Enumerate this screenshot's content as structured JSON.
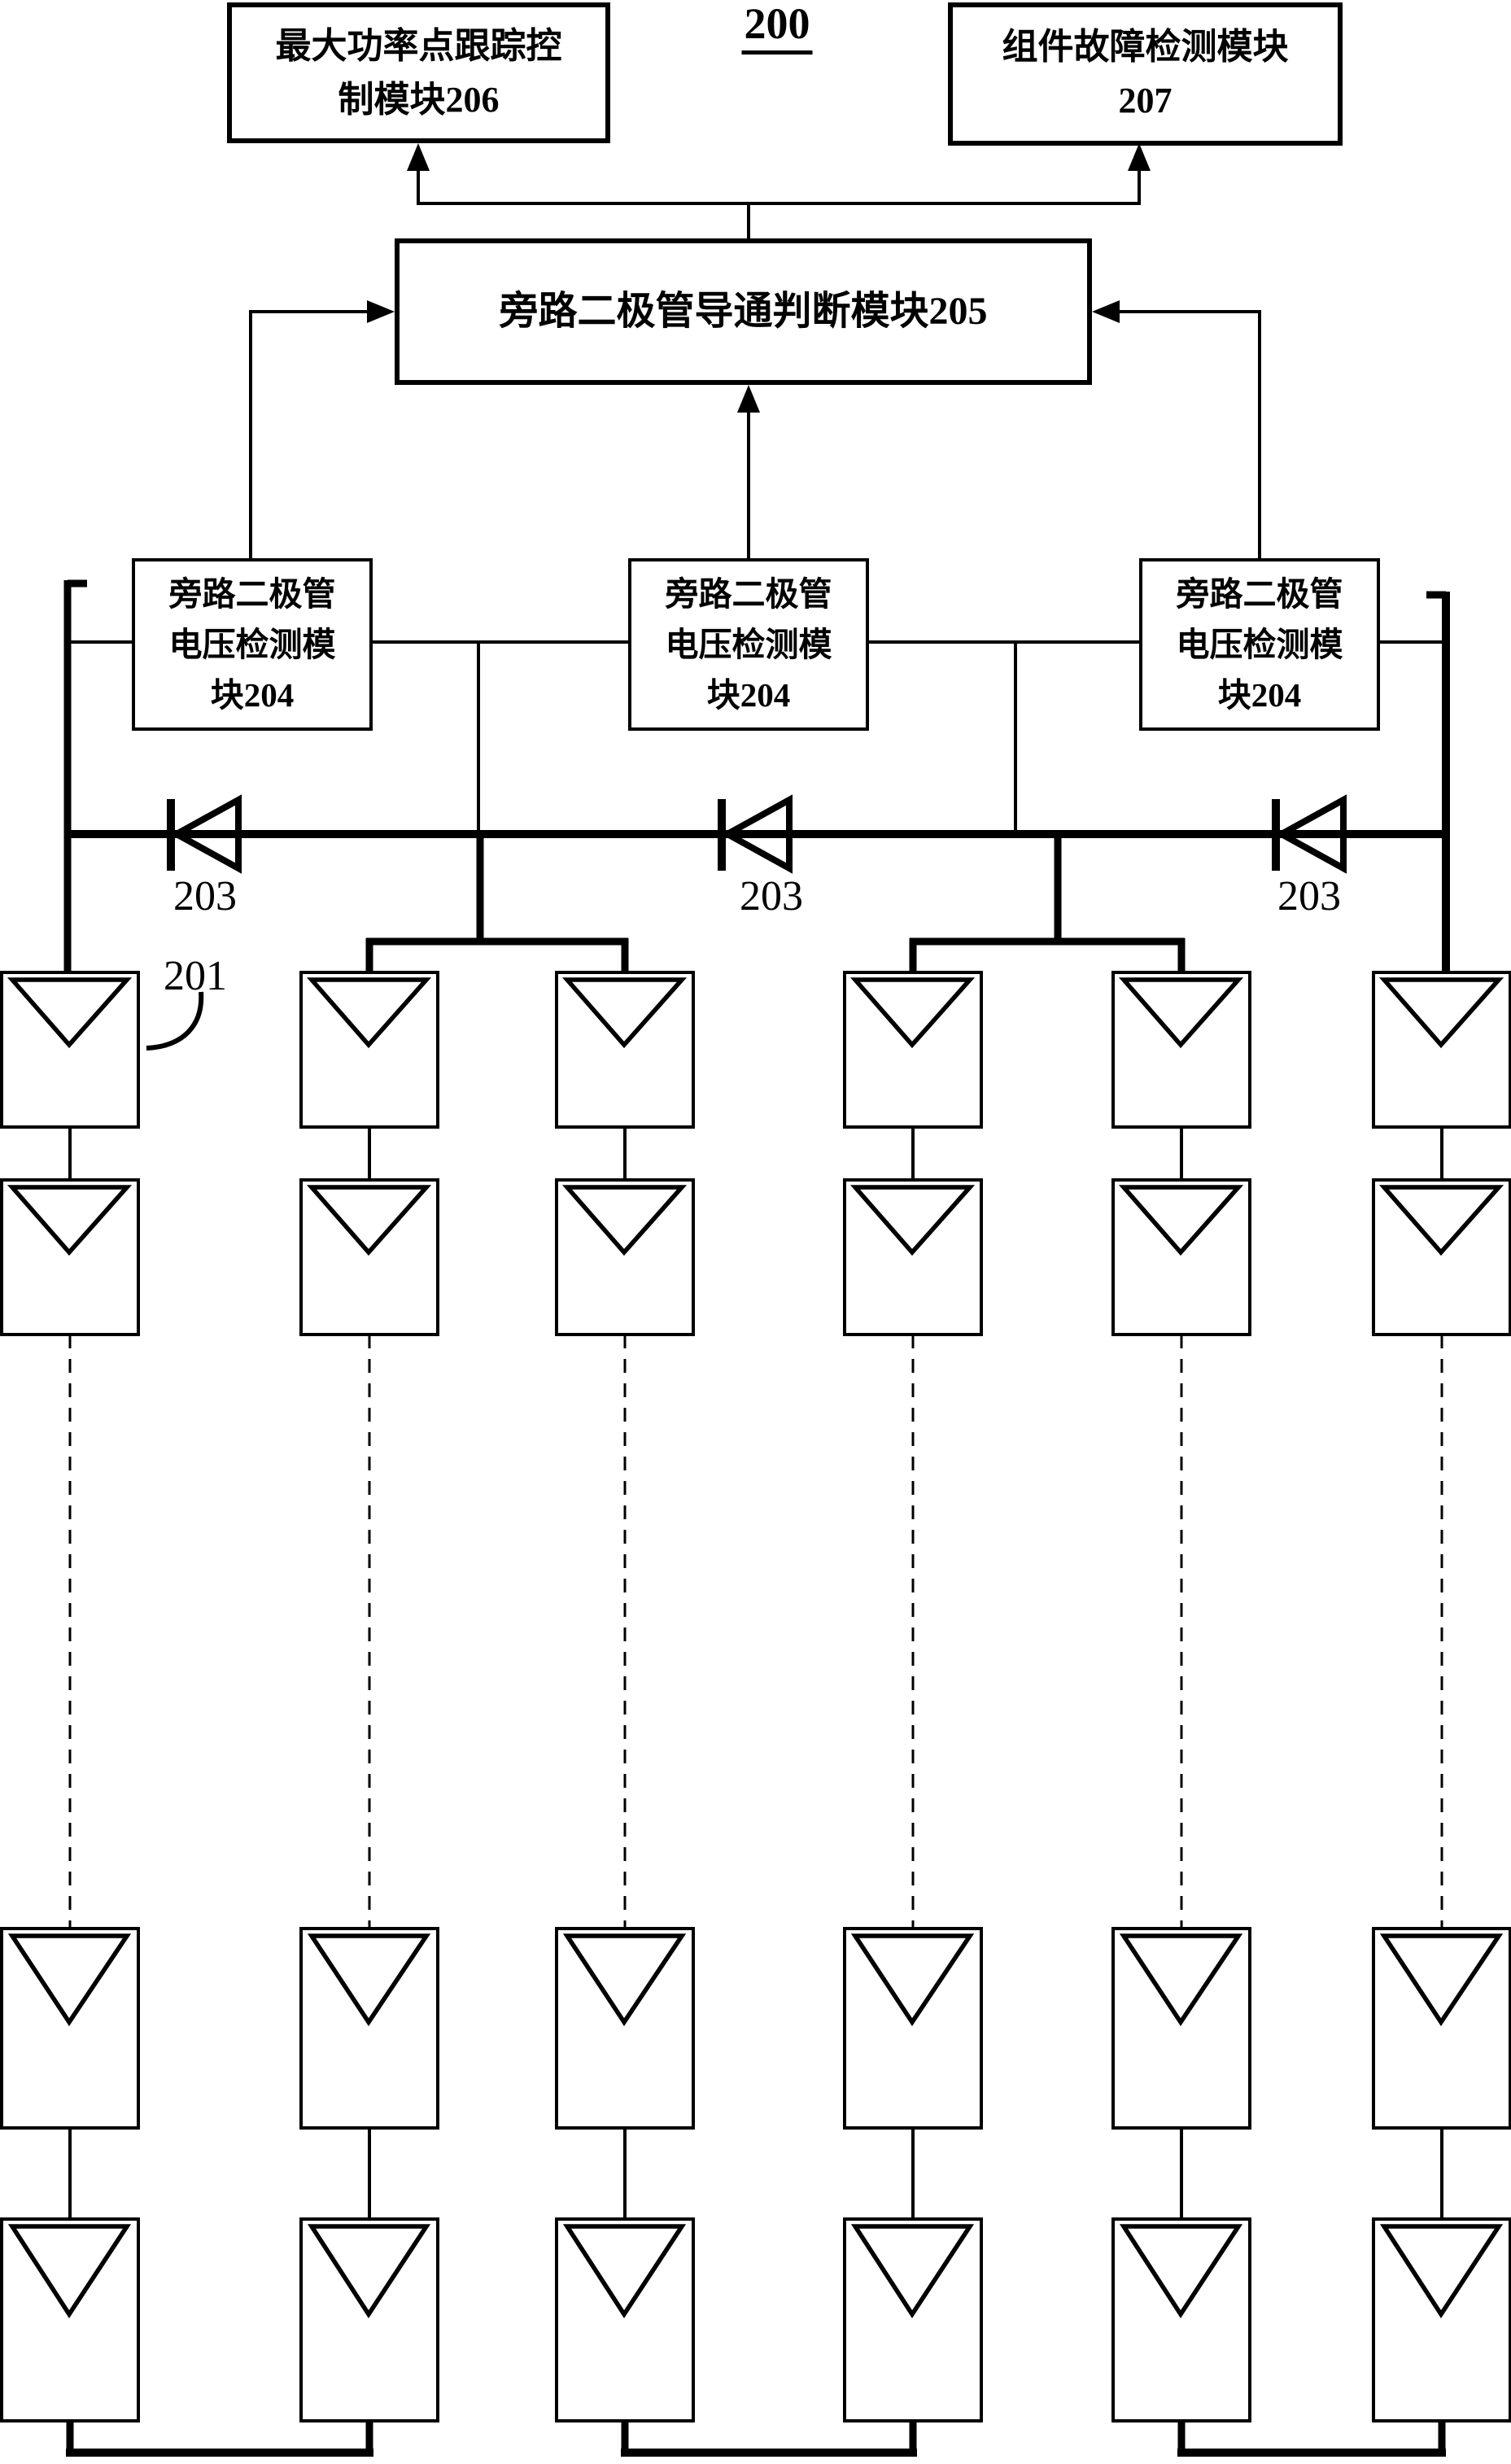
{
  "figure": {
    "number": "200"
  },
  "modules": {
    "mppt206": {
      "line1": "最大功率点跟踪控",
      "line2": "制模块206"
    },
    "fault207": {
      "line1": "组件故障检测模块",
      "line2": "207"
    },
    "judge205": {
      "label": "旁路二极管导通判断模块205"
    },
    "vd204": {
      "line1": "旁路二极管",
      "line2": "电压检测模",
      "line3": "块204"
    }
  },
  "labels": {
    "diode": "203",
    "panel": "201"
  },
  "colors": {
    "ink": "#000000",
    "background": "#ffffff"
  }
}
